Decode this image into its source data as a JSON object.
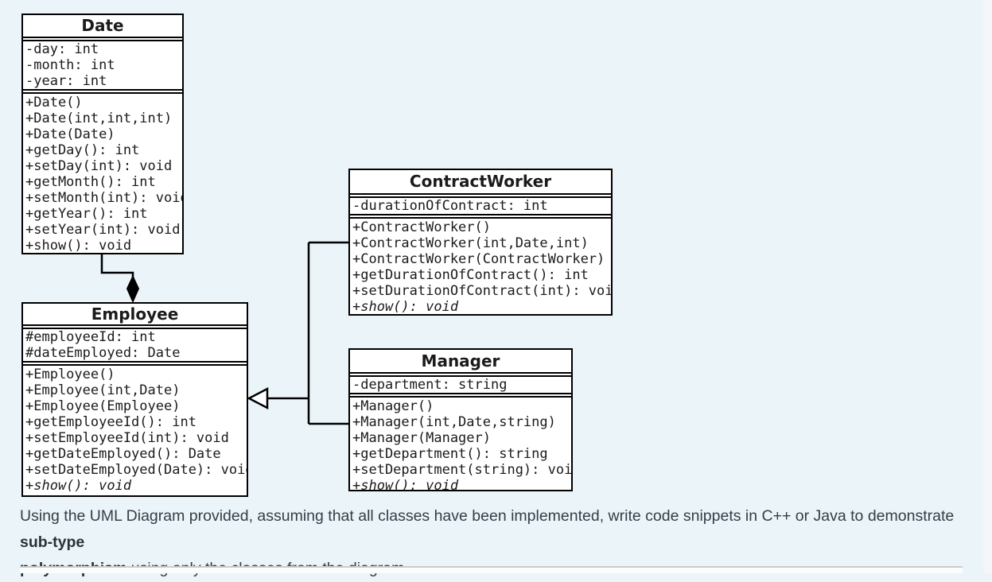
{
  "diagram": {
    "classes": [
      {
        "name": "Date",
        "attributes": [
          "-day: int",
          "-month: int",
          "-year: int"
        ],
        "methods": [
          "+Date()",
          "+Date(int,int,int)",
          "+Date(Date)",
          "+getDay(): int",
          "+setDay(int): void",
          "+getMonth(): int",
          "+setMonth(int): void",
          "+getYear(): int",
          "+setYear(int): void",
          "+show(): void"
        ],
        "italic_methods": []
      },
      {
        "name": "Employee",
        "attributes": [
          "#employeeId: int",
          "#dateEmployed: Date"
        ],
        "methods": [
          "+Employee()",
          "+Employee(int,Date)",
          "+Employee(Employee)",
          "+getEmployeeId(): int",
          "+setEmployeeId(int): void",
          "+getDateEmployed(): Date",
          "+setDateEmployed(Date): void",
          "+show(): void"
        ],
        "italic_methods": [
          "+show(): void"
        ]
      },
      {
        "name": "ContractWorker",
        "attributes": [
          "-durationOfContract: int"
        ],
        "methods": [
          "+ContractWorker()",
          "+ContractWorker(int,Date,int)",
          "+ContractWorker(ContractWorker)",
          "+getDurationOfContract(): int",
          "+setDurationOfContract(int): void",
          "+show(): void"
        ],
        "italic_methods": [
          "+show(): void"
        ]
      },
      {
        "name": "Manager",
        "attributes": [
          "-department: string"
        ],
        "methods": [
          "+Manager()",
          "+Manager(int,Date,string)",
          "+Manager(Manager)",
          "+getDepartment(): string",
          "+setDepartment(string): void",
          "+show(): void"
        ],
        "italic_methods": [
          "+show(): void"
        ]
      }
    ],
    "relationships": [
      {
        "type": "composition",
        "from": "Employee",
        "to": "Date"
      },
      {
        "type": "inheritance",
        "from": "ContractWorker",
        "to": "Employee"
      },
      {
        "type": "inheritance",
        "from": "Manager",
        "to": "Employee"
      }
    ]
  },
  "question": {
    "line1_regular": "Using the UML Diagram provided, assuming that all classes have been implemented, write code snippets in C++ or Java to demonstrate ",
    "line1_bold": "sub-type",
    "line2_bold": "polymorphism",
    "line2_regular": " using only the classes from the diagram."
  },
  "colors": {
    "background": "#ebf4f9",
    "box_fill": "#ffffff",
    "box_border": "#000000",
    "text": "#1b1b1b",
    "question_text": "#363d47"
  }
}
